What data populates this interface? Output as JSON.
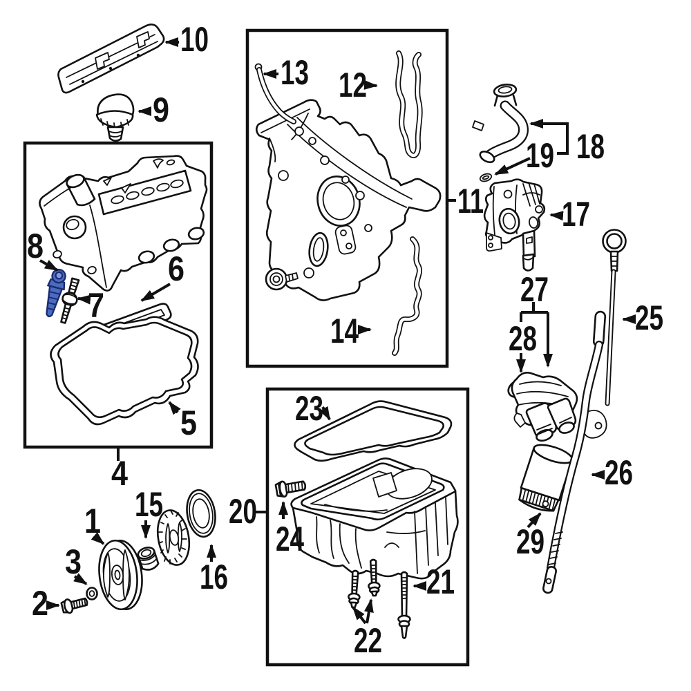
{
  "diagram": {
    "type": "engine-parts-exploded-diagram",
    "background_color": "#ffffff",
    "line_color": "#111111",
    "highlight_color": "#4a6cc0",
    "highlighted_callout": "8",
    "callouts": {
      "1": "1",
      "2": "2",
      "3": "3",
      "4": "4",
      "5": "5",
      "6": "6",
      "7": "7",
      "8": "8",
      "9": "9",
      "10": "10",
      "11": "11",
      "12": "12",
      "13": "13",
      "14": "14",
      "15": "15",
      "16": "16",
      "17": "17",
      "18": "18",
      "19": "19",
      "20": "20",
      "21": "21",
      "22": "22",
      "23": "23",
      "24": "24",
      "25": "25",
      "26": "26",
      "27": "27",
      "28": "28",
      "29": "29"
    }
  }
}
